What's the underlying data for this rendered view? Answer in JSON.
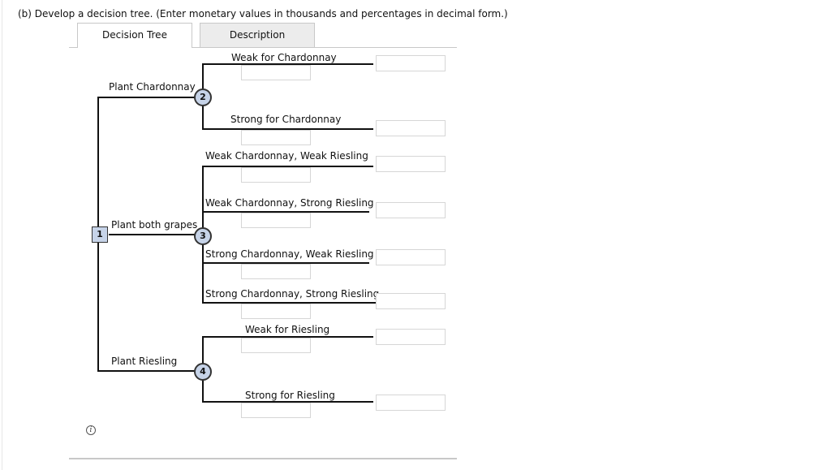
{
  "instruction": "(b)   Develop a decision tree. (Enter monetary values in thousands and percentages in decimal form.)",
  "tabs": [
    {
      "label": "Decision Tree",
      "active": true
    },
    {
      "label": "Description",
      "active": false
    }
  ],
  "nodes": {
    "decision": "1",
    "chance_chardonnay": "2",
    "chance_both": "3",
    "chance_riesling": "4"
  },
  "decisions": {
    "chardonnay": "Plant Chardonnay",
    "both": "Plant both grapes",
    "riesling": "Plant Riesling"
  },
  "outcomes": {
    "weak_chardonnay": "Weak for Chardonnay",
    "strong_chardonnay": "Strong for Chardonnay",
    "wc_wr": "Weak Chardonnay, Weak Riesling",
    "wc_sr": "Weak Chardonnay, Strong Riesling",
    "sc_wr": "Strong Chardonnay, Weak Riesling",
    "sc_sr": "Strong Chardonnay, Strong Riesling",
    "weak_riesling": "Weak for Riesling",
    "strong_riesling": "Strong for Riesling"
  },
  "inputs": {
    "probabilities": [
      "",
      "",
      "",
      "",
      "",
      "",
      "",
      ""
    ],
    "payoffs": [
      "",
      "",
      "",
      "",
      "",
      "",
      "",
      ""
    ]
  },
  "icons": {
    "info": "info-icon"
  }
}
